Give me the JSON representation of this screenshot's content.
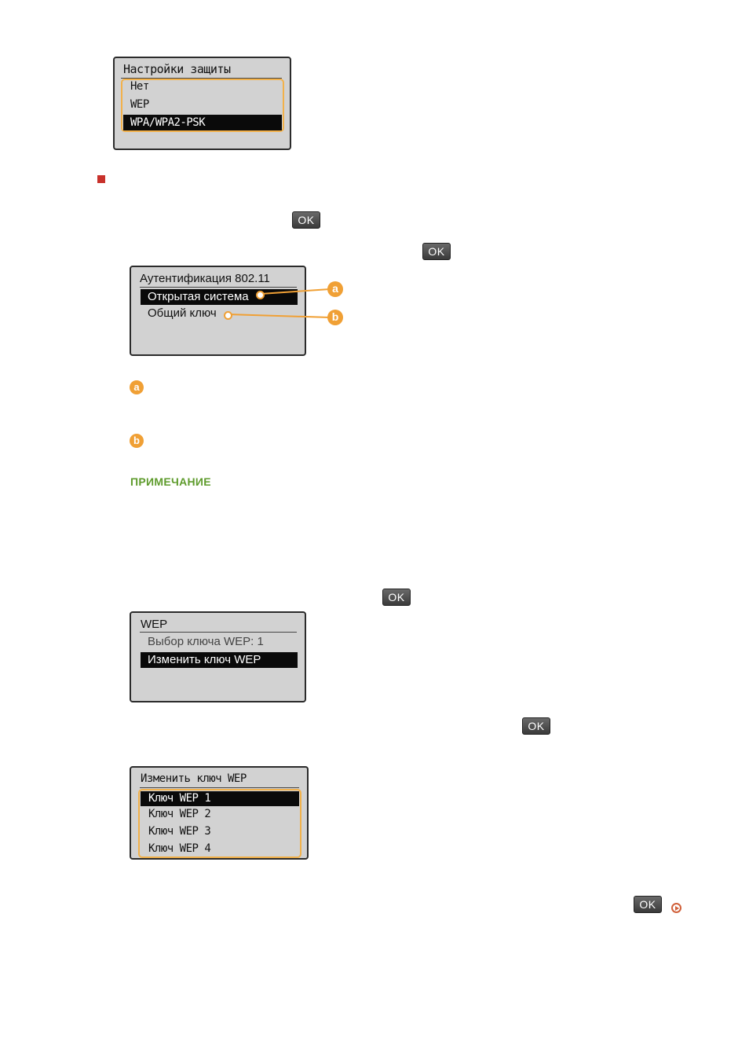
{
  "ok_key_label": "OK",
  "screen1": {
    "title": "Настройки защиты",
    "items": [
      "Нет",
      "WEP",
      "WPA/WPA2-PSK"
    ]
  },
  "screen2": {
    "title": "Аутентификация 802.11",
    "items": [
      "Открытая система",
      "Общий ключ"
    ],
    "callouts": [
      "a",
      "b"
    ]
  },
  "legend": [
    "a",
    "b"
  ],
  "note_label": "ПРИМЕЧАНИЕ",
  "screen3": {
    "title": "WEP",
    "items": [
      "Выбор ключа WEP: 1",
      "Изменить ключ WEP"
    ]
  },
  "screen4": {
    "title": "Изменить ключ WEP",
    "items": [
      "Ключ WEP 1",
      "Ключ WEP 2",
      "Ключ WEP 3",
      "Ключ WEP 4"
    ]
  },
  "colors": {
    "accent_orange": "#f0a035",
    "note_green": "#5e9b2c",
    "section_red": "#c8312b",
    "link_orange": "#d1603a"
  }
}
